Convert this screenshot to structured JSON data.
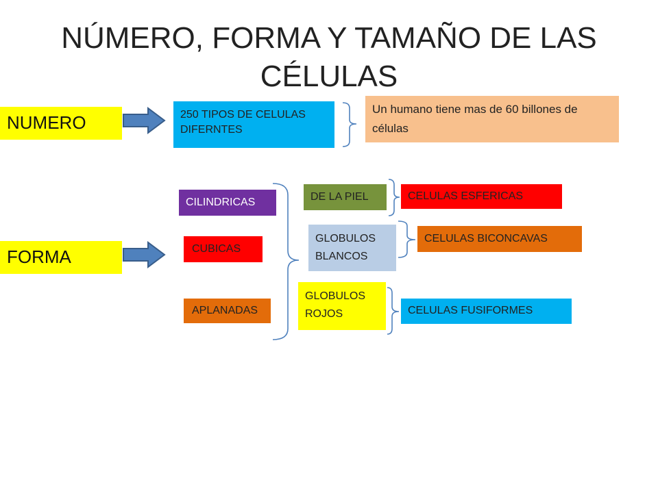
{
  "title": "NÚMERO, FORMA Y TAMAÑO DE LAS CÉLULAS",
  "numero": {
    "label": "NUMERO",
    "tipos": "250 TIPOS DE CELULAS DIFERNTES",
    "humano": "Un humano tiene mas de 60 billones de células"
  },
  "forma": {
    "label": "FORMA",
    "shapes": [
      "CILINDRICAS",
      "CUBICAS",
      "APLANADAS"
    ],
    "examples": [
      "DE LA PIEL",
      "GLOBULOS BLANCOS",
      "GLOBULOS ROJOS"
    ],
    "results": [
      "CELULAS ESFERICAS",
      "CELULAS BICONCAVAS",
      "CELULAS FUSIFORMES"
    ]
  },
  "colors": {
    "yellow": "#ffff00",
    "cyan": "#00b0f0",
    "peach": "#f8c08d",
    "purple": "#7030a0",
    "red": "#ff0000",
    "orange": "#e36c0a",
    "olive": "#77933c",
    "lightblue": "#b9cde5",
    "arrow": "#4f81bd",
    "bracket": "#4f81bd"
  }
}
